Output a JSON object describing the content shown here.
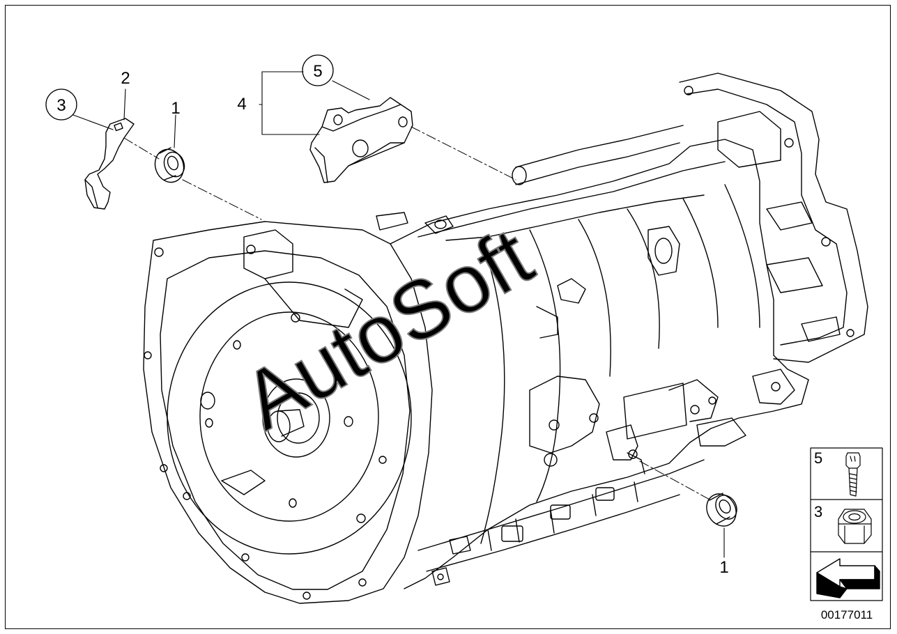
{
  "diagram": {
    "callouts": [
      {
        "id": "c1a",
        "label": "1",
        "circled": false
      },
      {
        "id": "c2",
        "label": "2",
        "circled": false
      },
      {
        "id": "c3",
        "label": "3",
        "circled": true
      },
      {
        "id": "c4",
        "label": "4",
        "circled": false
      },
      {
        "id": "c5",
        "label": "5",
        "circled": true
      },
      {
        "id": "c1b",
        "label": "1",
        "circled": false
      }
    ],
    "watermark": "AutoSoft",
    "image_number": "00177011"
  },
  "legend": {
    "rows": [
      {
        "label": "5",
        "icon": "bolt-icon"
      },
      {
        "label": "3",
        "icon": "hex-nut-icon"
      },
      {
        "label": "",
        "icon": "arrow-icon"
      }
    ]
  }
}
